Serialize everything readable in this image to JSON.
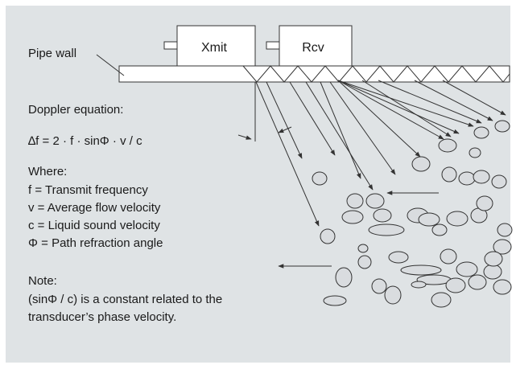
{
  "diagram": {
    "pipe_wall_label": "Pipe wall",
    "transmitter_label": "Xmit",
    "receiver_label": "Rcv",
    "equation_heading": "Doppler equation:",
    "equation": "∆f = 2 · f · sinΦ · v / c",
    "where_heading": "Where:",
    "definitions": [
      "f = Transmit frequency",
      "v = Average flow velocity",
      "c = Liquid sound velocity",
      "Φ = Path refraction angle"
    ],
    "note_heading": "Note:",
    "note_lines": [
      "(sinΦ / c) is a constant related to the",
      "transducer’s phase velocity."
    ]
  },
  "colors": {
    "panel_background": "#dfe3e5",
    "box_fill": "#ffffff",
    "stroke": "#333333",
    "bubble_fill": "#d9dcdf",
    "text": "#1a1a1a"
  }
}
